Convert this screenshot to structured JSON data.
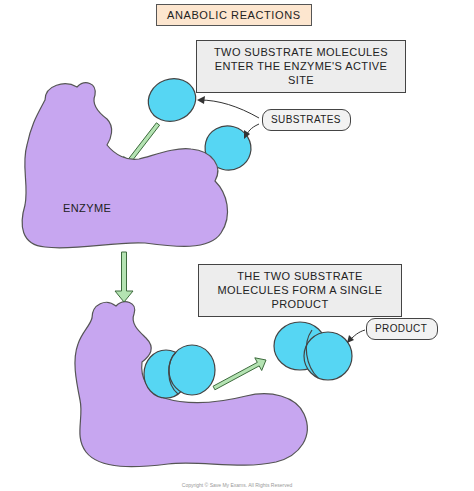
{
  "diagram": {
    "title": "ANABOLIC REACTIONS",
    "nodes": [
      {
        "text": [
          "TWO SUBSTRATE MOLECULES ENTER THE ENZYME'S ACTIVE SITE"
        ]
      },
      {
        "text": [
          "SUBSTRATES"
        ]
      },
      {
        "text": [
          "ENZYME"
        ]
      },
      {
        "text": [
          "THE TWO SUBSTRATE MOLECULES FORM A SINGLE PRODUCT"
        ]
      },
      {
        "text": [
          "PRODUCT"
        ]
      }
    ],
    "labels": [
      "Copyright © Save My Exams. All Rights Reserved"
    ]
  }
}
